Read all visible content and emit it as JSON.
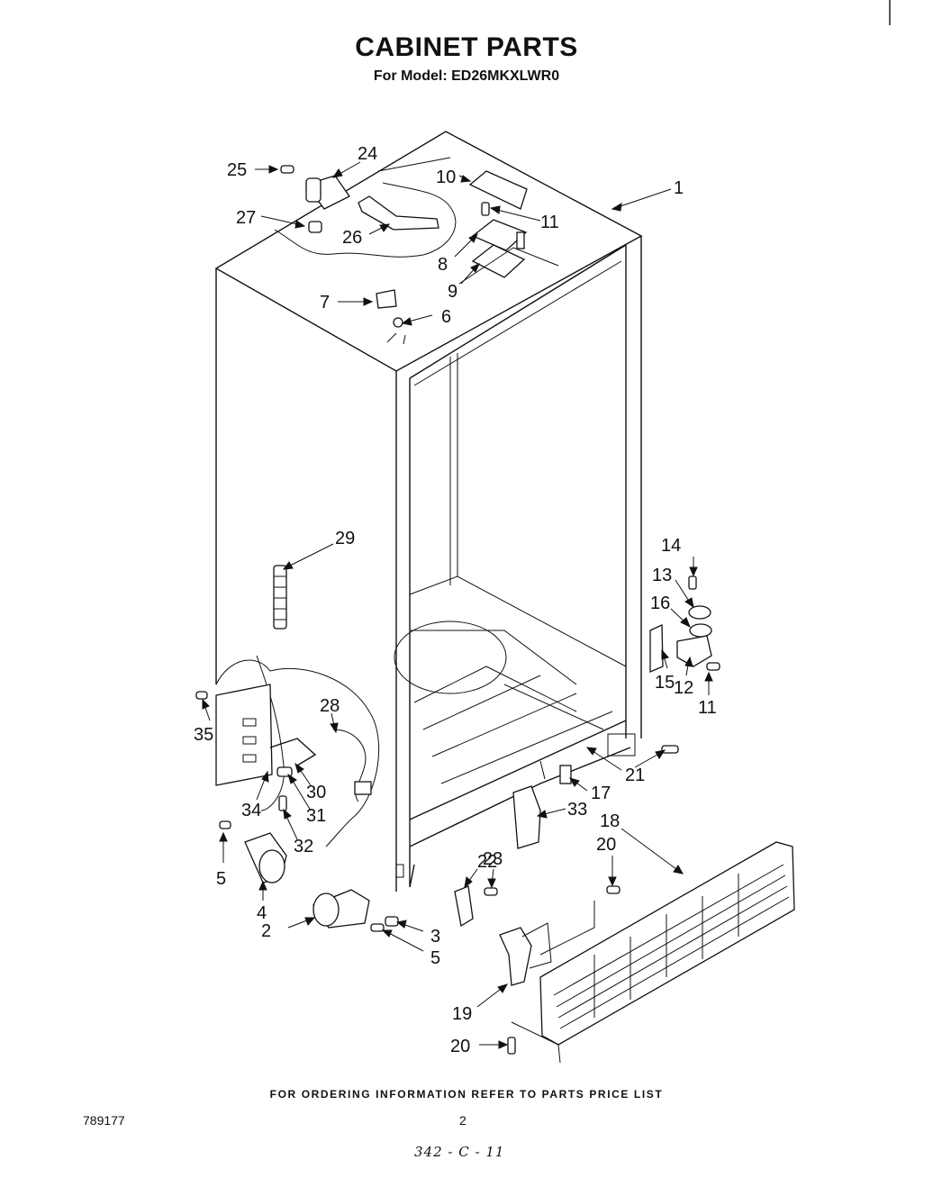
{
  "header": {
    "title": "CABINET PARTS",
    "subtitle": "For Model: ED26MKXLWR0"
  },
  "callouts": [
    "1",
    "2",
    "3",
    "4",
    "5",
    "5",
    "6",
    "7",
    "8",
    "9",
    "10",
    "11",
    "11",
    "12",
    "13",
    "14",
    "15",
    "16",
    "17",
    "18",
    "19",
    "20",
    "20",
    "21",
    "22",
    "23",
    "24",
    "25",
    "26",
    "27",
    "28",
    "29",
    "30",
    "31",
    "32",
    "33",
    "34",
    "35"
  ],
  "footer": {
    "ordering_note": "FOR ORDERING INFORMATION REFER TO PARTS PRICE LIST",
    "doc_number": "789177",
    "page_number": "2",
    "handwritten_code": "342 - C - 11"
  }
}
